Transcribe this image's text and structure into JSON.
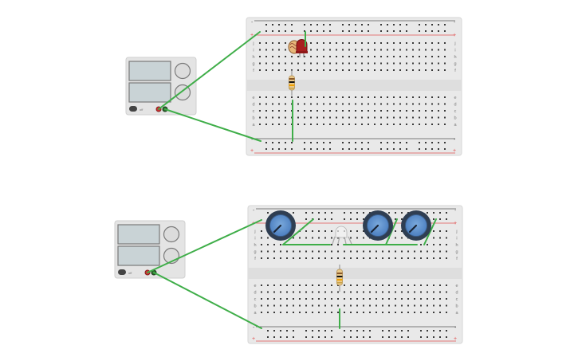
{
  "circuits": [
    {
      "id": "top",
      "power_supply": {
        "screen_top": "",
        "screen_bottom": "",
        "button_label": "off"
      },
      "breadboard": {
        "rail_top": {
          "minus": "-",
          "plus": "+"
        },
        "rail_bottom": {
          "minus": "-",
          "plus": "+"
        },
        "row_letters_upper": [
          "j",
          "i",
          "h",
          "g",
          "f"
        ],
        "row_letters_lower": [
          "e",
          "d",
          "c",
          "b",
          "a"
        ]
      },
      "components": [
        {
          "type": "led",
          "color": "#a81e1e"
        },
        {
          "type": "photoresistor"
        },
        {
          "type": "resistor",
          "bands": [
            "#8a5a2b",
            "#111111",
            "#f0a000",
            "#c8a24a"
          ]
        }
      ]
    },
    {
      "id": "bottom",
      "power_supply": {
        "screen_top": "",
        "screen_bottom": "",
        "button_label": "off"
      },
      "breadboard": {
        "rail_top": {
          "minus": "-",
          "plus": "+"
        },
        "rail_bottom": {
          "minus": "-",
          "plus": "+"
        },
        "row_letters_upper": [
          "j",
          "i",
          "h",
          "g",
          "f"
        ],
        "row_letters_lower": [
          "e",
          "d",
          "c",
          "b",
          "a"
        ]
      },
      "components": [
        {
          "type": "potentiometer",
          "count": 3,
          "color": "#5b8fd0"
        },
        {
          "type": "rgb-led"
        },
        {
          "type": "resistor",
          "bands": [
            "#8a5a2b",
            "#111111",
            "#f0a000",
            "#c8a24a"
          ]
        }
      ]
    }
  ],
  "colors": {
    "wire": "#3fae49",
    "rail_red": "#e05252",
    "rail_dark": "#555555",
    "board": "#e9e9e9",
    "supply_body": "#e4e4e4",
    "screen": "#c9d3d6"
  }
}
